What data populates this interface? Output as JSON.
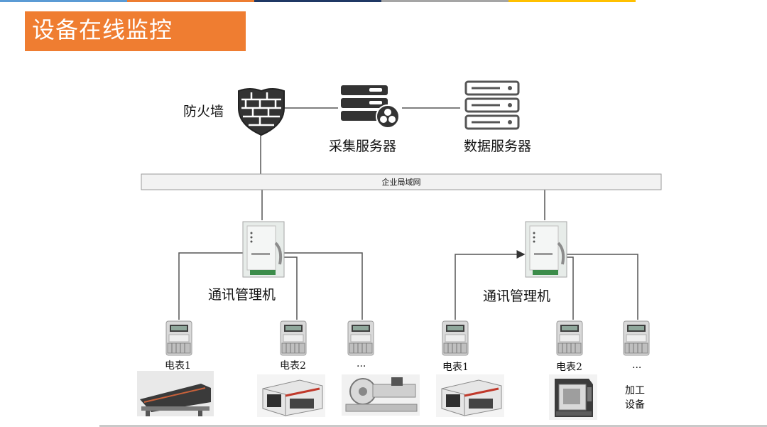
{
  "header": {
    "title": "设备在线监控",
    "accent_colors": [
      "#5b9bd5",
      "#ed7d31",
      "#1f3864",
      "#a5a5a5",
      "#ffc000"
    ]
  },
  "network": {
    "firewall": {
      "label": "防火墙",
      "icon": "firewall-shield-icon"
    },
    "collection_server": {
      "label": "采集服务器",
      "icon": "server-gear-icon"
    },
    "data_server": {
      "label": "数据服务器",
      "icon": "server-rack-icon"
    },
    "lan": {
      "label": "企业局域网"
    }
  },
  "groups": [
    {
      "gateway_label": "通讯管理机",
      "meters": [
        {
          "label": "电表1",
          "equipment": "industrial-machine-image"
        },
        {
          "label": "电表2",
          "equipment": "cnc-lathe-image"
        },
        {
          "label": "...",
          "equipment": "large-lathe-image"
        }
      ]
    },
    {
      "gateway_label": "通讯管理机",
      "meters": [
        {
          "label": "电表1",
          "equipment": "cnc-lathe-image"
        },
        {
          "label": "电表2",
          "equipment": "machining-center-image"
        },
        {
          "label": "...",
          "equipment_text": "加工\n设备"
        }
      ]
    }
  ]
}
